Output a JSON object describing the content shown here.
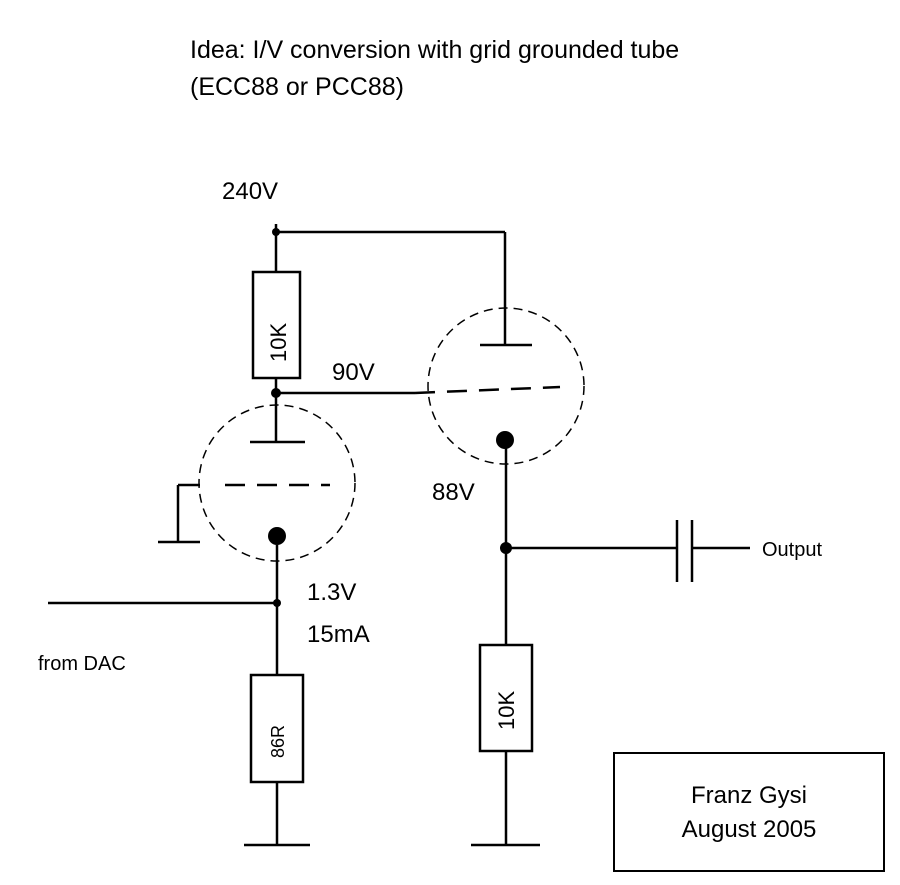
{
  "title": {
    "line1": "Idea: I/V conversion with grid grounded tube",
    "line2": "(ECC88 or PCC88)"
  },
  "labels": {
    "supply": "240V",
    "anode_node": "90V",
    "cathode_voltage": "1.3V",
    "cathode_current": "15mA",
    "output_node": "88V",
    "input": "from DAC",
    "output": "Output"
  },
  "components": {
    "anode_resistor": "10K",
    "cathode_resistor": "86R",
    "load_resistor": "10K"
  },
  "credits": {
    "author": "Franz Gysi",
    "date": "August 2005"
  },
  "colors": {
    "ink": "#000000",
    "background": "#ffffff"
  }
}
